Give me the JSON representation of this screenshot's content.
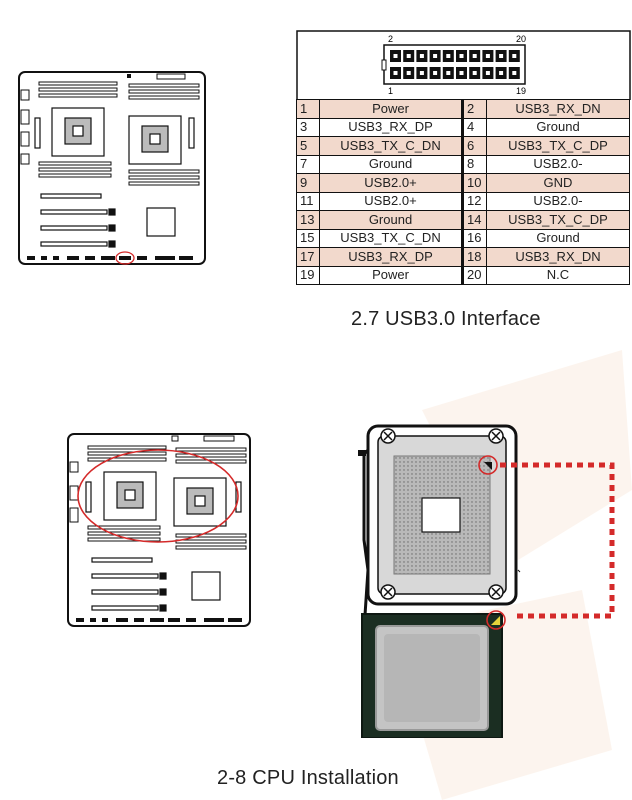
{
  "usb_section": {
    "connector_labels": {
      "top_left": "2",
      "top_right": "20",
      "bottom_left": "1",
      "bottom_right": "19"
    },
    "pin_rows": [
      {
        "n1": "1",
        "s1": "Power",
        "n2": "2",
        "s2": "USB3_RX_DN",
        "shaded": true
      },
      {
        "n1": "3",
        "s1": "USB3_RX_DP",
        "n2": "4",
        "s2": "Ground",
        "shaded": false
      },
      {
        "n1": "5",
        "s1": "USB3_TX_C_DN",
        "n2": "6",
        "s2": "USB3_TX_C_DP",
        "shaded": true
      },
      {
        "n1": "7",
        "s1": "Ground",
        "n2": "8",
        "s2": "USB2.0-",
        "shaded": false
      },
      {
        "n1": "9",
        "s1": "USB2.0+",
        "n2": "10",
        "s2": "GND",
        "shaded": true
      },
      {
        "n1": "11",
        "s1": "USB2.0+",
        "n2": "12",
        "s2": "USB2.0-",
        "shaded": false
      },
      {
        "n1": "13",
        "s1": "Ground",
        "n2": "14",
        "s2": "USB3_TX_C_DP",
        "shaded": true
      },
      {
        "n1": "15",
        "s1": "USB3_TX_C_DN",
        "n2": "16",
        "s2": "Ground",
        "shaded": false
      },
      {
        "n1": "17",
        "s1": "USB3_RX_DP",
        "n2": "18",
        "s2": "USB3_RX_DN",
        "shaded": true
      },
      {
        "n1": "19",
        "s1": "Power",
        "n2": "20",
        "s2": "N.C",
        "shaded": false
      }
    ],
    "caption": "2.7 USB3.0 Interface"
  },
  "cpu_section": {
    "caption": "2-8   CPU Installation"
  },
  "colors": {
    "highlight_red": "#d42a2a",
    "row_shade": "#f2d9cc",
    "cpu_green": "#1b2e22",
    "socket_gray": "#c4c4c4"
  }
}
